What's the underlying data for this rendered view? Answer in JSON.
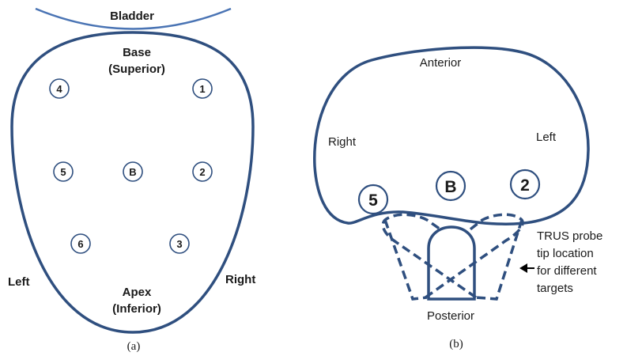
{
  "panel_a": {
    "bladder_label": "Bladder",
    "base_label_1": "Base",
    "base_label_2": "(Superior)",
    "apex_label_1": "Apex",
    "apex_label_2": "(Inferior)",
    "left_label": "Left",
    "right_label": "Right",
    "caption": "(a)",
    "targets": [
      "4",
      "1",
      "5",
      "B",
      "2",
      "6",
      "3"
    ]
  },
  "panel_b": {
    "anterior_label": "Anterior",
    "posterior_label": "Posterior",
    "right_label": "Right",
    "left_label": "Left",
    "caption": "(b)",
    "targets": [
      "5",
      "B",
      "2"
    ],
    "probe_note_lines": [
      "TRUS probe",
      "tip location",
      "for different",
      "targets"
    ]
  },
  "colors": {
    "outline": "#2f4f7f",
    "bladder": "#4a74b4"
  }
}
